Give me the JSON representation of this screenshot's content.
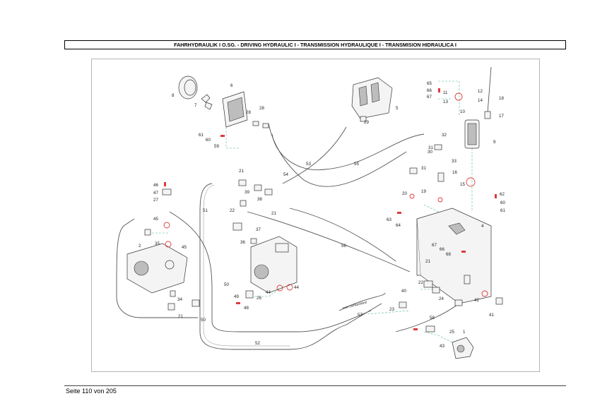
{
  "header": {
    "title": "FAHRHYDRAULIK I O.SG. - DRIVING HYDRAULIC I - TRANSMISSION HYDRAULIQUE  I - TRANSMISION HIDRAULICA I"
  },
  "footer": {
    "page": "Seite 110 von 205"
  },
  "drawing": {
    "callouts": [
      "1",
      "2",
      "4",
      "5",
      "6",
      "7",
      "8",
      "9",
      "10",
      "11",
      "12",
      "13",
      "14",
      "15",
      "16",
      "17",
      "18",
      "19",
      "20",
      "21",
      "22",
      "23",
      "24",
      "25",
      "26",
      "27",
      "28",
      "29",
      "30",
      "31",
      "32",
      "33",
      "34",
      "35",
      "36",
      "37",
      "38",
      "39",
      "40",
      "41",
      "42",
      "43",
      "44",
      "45",
      "46",
      "47",
      "48",
      "49",
      "50",
      "51",
      "52",
      "53",
      "54",
      "55",
      "56",
      "57",
      "58",
      "59",
      "60",
      "61",
      "62",
      "63",
      "64",
      "65",
      "66",
      "67",
      "68"
    ],
    "note": "zum Lenkorbitrol",
    "colors": {
      "seal_red": "#e03a3a",
      "leader_green": "#4fb89a",
      "line_grey": "#555555"
    }
  }
}
